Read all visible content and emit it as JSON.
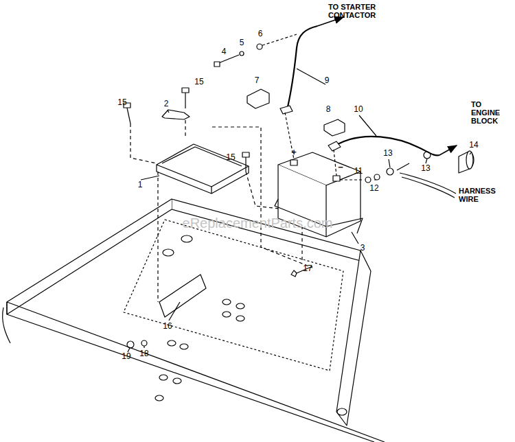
{
  "diagram": {
    "labels": [
      "TO STARTER CONTACTOR",
      "TO ENGINE BLOCK",
      "HARNESS WIRE",
      "15",
      "2",
      "15",
      "1",
      "15",
      "4",
      "5",
      "6",
      "7",
      "9",
      "8",
      "10",
      "14",
      "11",
      "13",
      "12",
      "13",
      "3",
      "17",
      "16",
      "18",
      "19",
      "+",
      "−",
      "eReplacementParts.com"
    ]
  }
}
